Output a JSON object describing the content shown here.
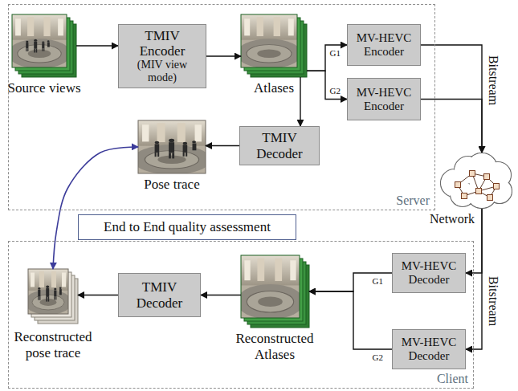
{
  "diagram": {
    "nodes": [
      {
        "text": [
          "Server"
        ]
      },
      {
        "text": [
          "Source views"
        ],
        "in": 0
      },
      {
        "text": [
          "TMIV Encoder",
          "(MIV view mode)"
        ],
        "in": 0
      },
      {
        "text": [
          "Atlases"
        ],
        "in": 0
      },
      {
        "text": [
          "MV-HEVC Encoder"
        ],
        "in": 0
      },
      {
        "text": [
          "MV-HEVC Encoder"
        ],
        "in": 0
      },
      {
        "text": [
          "TMIV Decoder"
        ],
        "in": 0
      },
      {
        "text": [
          "Pose trace"
        ],
        "in": 0
      },
      {
        "text": [
          "End to End quality assessment"
        ]
      },
      {
        "text": [
          "Network"
        ]
      },
      {
        "text": [
          "Client"
        ]
      },
      {
        "text": [
          "MV-HEVC Decoder"
        ],
        "in": 10
      },
      {
        "text": [
          "MV-HEVC Decoder"
        ],
        "in": 10
      },
      {
        "text": [
          "Reconstructed Atlases"
        ],
        "in": 10
      },
      {
        "text": [
          "TMIV Decoder"
        ],
        "in": 10
      },
      {
        "text": [
          "Reconstructed pose trace"
        ],
        "in": 10
      }
    ],
    "edges": [
      {
        "from": 1,
        "to": 2,
        "arrow": "to"
      },
      {
        "from": 2,
        "to": 3,
        "arrow": "to"
      },
      {
        "from": 3,
        "to": 4,
        "arrow": "to",
        "label": "G1"
      },
      {
        "from": 3,
        "to": 5,
        "arrow": "to",
        "label": "G2"
      },
      {
        "from": 3,
        "to": 6,
        "arrow": "to"
      },
      {
        "from": 6,
        "to": 7,
        "arrow": "to"
      },
      {
        "from": 4,
        "to": 9,
        "arrow": "to",
        "label": "Bitstream"
      },
      {
        "from": 5,
        "to": 9,
        "arrow": "to"
      },
      {
        "from": 9,
        "to": 11,
        "arrow": "to",
        "label": "Bitstream"
      },
      {
        "from": 9,
        "to": 12,
        "arrow": "to"
      },
      {
        "from": 11,
        "to": 13,
        "arrow": "to",
        "label": "G1"
      },
      {
        "from": 12,
        "to": 13,
        "arrow": "to",
        "label": "G2"
      },
      {
        "from": 13,
        "to": 14,
        "arrow": "to"
      },
      {
        "from": 14,
        "to": 15,
        "arrow": "to"
      },
      {
        "from": 7,
        "to": 15,
        "arrow": "both"
      }
    ]
  }
}
